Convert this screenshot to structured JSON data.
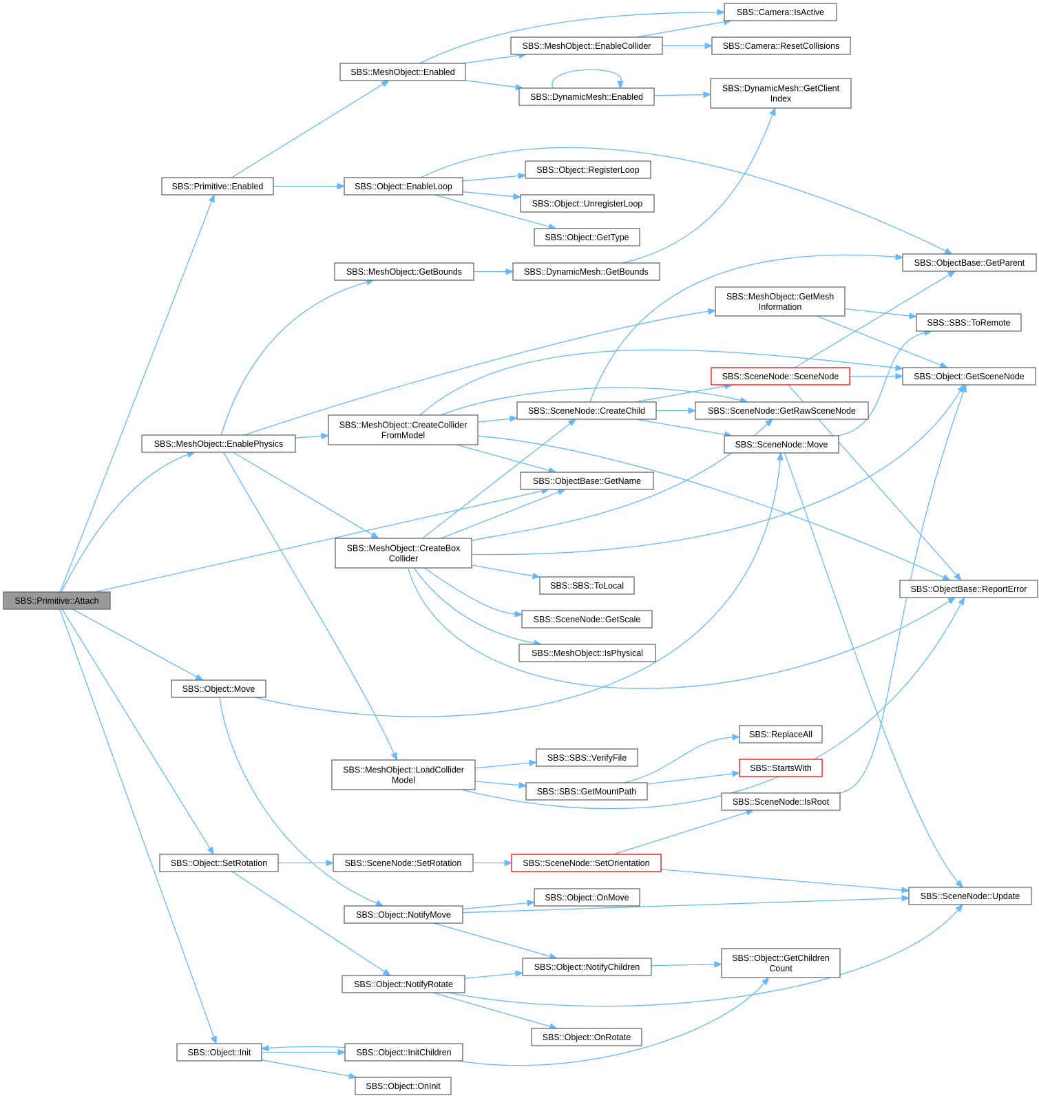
{
  "diagram": {
    "nodes": [
      {
        "id": "attach",
        "lines": [
          "SBS::Primitive::Attach"
        ],
        "style": "root"
      },
      {
        "id": "prim_enabled",
        "lines": [
          "SBS::Primitive::Enabled"
        ]
      },
      {
        "id": "mesh_enabled",
        "lines": [
          "SBS::MeshObject::Enabled"
        ]
      },
      {
        "id": "cam_isactive",
        "lines": [
          "SBS::Camera::IsActive"
        ]
      },
      {
        "id": "mesh_enablecollider",
        "lines": [
          "SBS::MeshObject::EnableCollider"
        ]
      },
      {
        "id": "cam_resetcollisions",
        "lines": [
          "SBS::Camera::ResetCollisions"
        ]
      },
      {
        "id": "dyn_enabled",
        "lines": [
          "SBS::DynamicMesh::Enabled"
        ]
      },
      {
        "id": "dyn_getclientindex",
        "lines": [
          "SBS::DynamicMesh::GetClient",
          "Index"
        ]
      },
      {
        "id": "obj_enableloop",
        "lines": [
          "SBS::Object::EnableLoop"
        ]
      },
      {
        "id": "obj_registerloop",
        "lines": [
          "SBS::Object::RegisterLoop"
        ]
      },
      {
        "id": "obj_unregisterloop",
        "lines": [
          "SBS::Object::UnregisterLoop"
        ]
      },
      {
        "id": "obj_gettype",
        "lines": [
          "SBS::Object::GetType"
        ]
      },
      {
        "id": "mesh_getbounds",
        "lines": [
          "SBS::MeshObject::GetBounds"
        ]
      },
      {
        "id": "dyn_getbounds",
        "lines": [
          "SBS::DynamicMesh::GetBounds"
        ]
      },
      {
        "id": "ob_getparent",
        "lines": [
          "SBS::ObjectBase::GetParent"
        ]
      },
      {
        "id": "mesh_getmeshinfo",
        "lines": [
          "SBS::MeshObject::GetMesh",
          "Information"
        ]
      },
      {
        "id": "sbs_toremote",
        "lines": [
          "SBS::SBS::ToRemote"
        ]
      },
      {
        "id": "sn_scenenode",
        "lines": [
          "SBS::SceneNode::SceneNode"
        ],
        "style": "error"
      },
      {
        "id": "obj_getscenenode",
        "lines": [
          "SBS::Object::GetSceneNode"
        ]
      },
      {
        "id": "mesh_enablephysics",
        "lines": [
          "SBS::MeshObject::EnablePhysics"
        ]
      },
      {
        "id": "mesh_createcolliderfrommodel",
        "lines": [
          "SBS::MeshObject::CreateCollider",
          "FromModel"
        ]
      },
      {
        "id": "sn_createchild",
        "lines": [
          "SBS::SceneNode::CreateChild"
        ]
      },
      {
        "id": "sn_getrawscenenode",
        "lines": [
          "SBS::SceneNode::GetRawSceneNode"
        ]
      },
      {
        "id": "sn_move",
        "lines": [
          "SBS::SceneNode::Move"
        ]
      },
      {
        "id": "ob_getname",
        "lines": [
          "SBS::ObjectBase::GetName"
        ]
      },
      {
        "id": "mesh_createboxcollider",
        "lines": [
          "SBS::MeshObject::CreateBox",
          "Collider"
        ]
      },
      {
        "id": "sbs_tolocal",
        "lines": [
          "SBS::SBS::ToLocal"
        ]
      },
      {
        "id": "sn_getscale",
        "lines": [
          "SBS::SceneNode::GetScale"
        ]
      },
      {
        "id": "mesh_isphysical",
        "lines": [
          "SBS::MeshObject::IsPhysical"
        ]
      },
      {
        "id": "ob_reporterror",
        "lines": [
          "SBS::ObjectBase::ReportError"
        ]
      },
      {
        "id": "obj_move",
        "lines": [
          "SBS::Object::Move"
        ]
      },
      {
        "id": "mesh_loadcollidermodel",
        "lines": [
          "SBS::MeshObject::LoadCollider",
          "Model"
        ]
      },
      {
        "id": "sbs_verifyfile",
        "lines": [
          "SBS::SBS::VerifyFile"
        ]
      },
      {
        "id": "sbs_getmountpath",
        "lines": [
          "SBS::SBS::GetMountPath"
        ]
      },
      {
        "id": "sbs_replaceall",
        "lines": [
          "SBS::ReplaceAll"
        ]
      },
      {
        "id": "sbs_startswith",
        "lines": [
          "SBS::StartsWith"
        ],
        "style": "error"
      },
      {
        "id": "sn_isroot",
        "lines": [
          "SBS::SceneNode::IsRoot"
        ]
      },
      {
        "id": "obj_setrotation",
        "lines": [
          "SBS::Object::SetRotation"
        ]
      },
      {
        "id": "sn_setrotation",
        "lines": [
          "SBS::SceneNode::SetRotation"
        ]
      },
      {
        "id": "sn_setorientation",
        "lines": [
          "SBS::SceneNode::SetOrientation"
        ],
        "style": "error"
      },
      {
        "id": "sn_update",
        "lines": [
          "SBS::SceneNode::Update"
        ]
      },
      {
        "id": "obj_notifymove",
        "lines": [
          "SBS::Object::NotifyMove"
        ]
      },
      {
        "id": "obj_onmove",
        "lines": [
          "SBS::Object::OnMove"
        ]
      },
      {
        "id": "obj_notifychildren",
        "lines": [
          "SBS::Object::NotifyChildren"
        ]
      },
      {
        "id": "obj_getchildrencount",
        "lines": [
          "SBS::Object::GetChildren",
          "Count"
        ]
      },
      {
        "id": "obj_notifyrotate",
        "lines": [
          "SBS::Object::NotifyRotate"
        ]
      },
      {
        "id": "obj_onrotate",
        "lines": [
          "SBS::Object::OnRotate"
        ]
      },
      {
        "id": "obj_init",
        "lines": [
          "SBS::Object::Init"
        ]
      },
      {
        "id": "obj_initchildren",
        "lines": [
          "SBS::Object::InitChildren"
        ]
      },
      {
        "id": "obj_oninit",
        "lines": [
          "SBS::Object::OnInit"
        ]
      }
    ],
    "edges": [
      [
        "attach",
        "prim_enabled"
      ],
      [
        "attach",
        "mesh_enablephysics"
      ],
      [
        "attach",
        "ob_getname"
      ],
      [
        "attach",
        "obj_move"
      ],
      [
        "attach",
        "obj_setrotation"
      ],
      [
        "attach",
        "obj_init"
      ],
      [
        "prim_enabled",
        "mesh_enabled"
      ],
      [
        "prim_enabled",
        "obj_enableloop"
      ],
      [
        "mesh_enabled",
        "cam_isactive"
      ],
      [
        "mesh_enabled",
        "mesh_enablecollider"
      ],
      [
        "mesh_enabled",
        "dyn_enabled"
      ],
      [
        "mesh_enablecollider",
        "cam_isactive"
      ],
      [
        "mesh_enablecollider",
        "cam_resetcollisions"
      ],
      [
        "dyn_enabled",
        "dyn_enabled"
      ],
      [
        "dyn_enabled",
        "dyn_getclientindex"
      ],
      [
        "obj_enableloop",
        "ob_getparent"
      ],
      [
        "obj_enableloop",
        "obj_registerloop"
      ],
      [
        "obj_enableloop",
        "obj_unregisterloop"
      ],
      [
        "obj_enableloop",
        "obj_gettype"
      ],
      [
        "mesh_getbounds",
        "dyn_getbounds"
      ],
      [
        "dyn_getbounds",
        "dyn_getclientindex"
      ],
      [
        "mesh_getmeshinfo",
        "sbs_toremote"
      ],
      [
        "mesh_getmeshinfo",
        "obj_getscenenode"
      ],
      [
        "sn_scenenode",
        "ob_getparent"
      ],
      [
        "sn_scenenode",
        "obj_getscenenode"
      ],
      [
        "sn_scenenode",
        "ob_reporterror"
      ],
      [
        "mesh_enablephysics",
        "mesh_getbounds"
      ],
      [
        "mesh_enablephysics",
        "mesh_getmeshinfo"
      ],
      [
        "mesh_enablephysics",
        "mesh_createcolliderfrommodel"
      ],
      [
        "mesh_enablephysics",
        "mesh_createboxcollider"
      ],
      [
        "mesh_enablephysics",
        "mesh_loadcollidermodel"
      ],
      [
        "mesh_createcolliderfrommodel",
        "obj_getscenenode"
      ],
      [
        "mesh_createcolliderfrommodel",
        "sn_getrawscenenode"
      ],
      [
        "mesh_createcolliderfrommodel",
        "sn_createchild"
      ],
      [
        "mesh_createcolliderfrommodel",
        "ob_getname"
      ],
      [
        "mesh_createcolliderfrommodel",
        "ob_reporterror"
      ],
      [
        "sn_createchild",
        "ob_getparent"
      ],
      [
        "sn_createchild",
        "sn_scenenode"
      ],
      [
        "sn_createchild",
        "sn_getrawscenenode"
      ],
      [
        "sn_createchild",
        "sn_move"
      ],
      [
        "sn_move",
        "sbs_toremote"
      ],
      [
        "sn_move",
        "sn_update"
      ],
      [
        "mesh_createboxcollider",
        "sn_createchild"
      ],
      [
        "mesh_createboxcollider",
        "ob_getname"
      ],
      [
        "mesh_createboxcollider",
        "sn_getrawscenenode"
      ],
      [
        "mesh_createboxcollider",
        "obj_getscenenode"
      ],
      [
        "mesh_createboxcollider",
        "sbs_tolocal"
      ],
      [
        "mesh_createboxcollider",
        "sn_getscale"
      ],
      [
        "mesh_createboxcollider",
        "mesh_isphysical"
      ],
      [
        "mesh_createboxcollider",
        "ob_reporterror"
      ],
      [
        "obj_move",
        "sn_move"
      ],
      [
        "obj_move",
        "obj_notifymove"
      ],
      [
        "mesh_loadcollidermodel",
        "sbs_verifyfile"
      ],
      [
        "mesh_loadcollidermodel",
        "sbs_getmountpath"
      ],
      [
        "mesh_loadcollidermodel",
        "ob_reporterror"
      ],
      [
        "sbs_getmountpath",
        "sbs_replaceall"
      ],
      [
        "sbs_getmountpath",
        "sbs_startswith"
      ],
      [
        "sn_isroot",
        "obj_getscenenode"
      ],
      [
        "obj_setrotation",
        "sn_setrotation"
      ],
      [
        "obj_setrotation",
        "obj_notifyrotate"
      ],
      [
        "sn_setrotation",
        "sn_setorientation"
      ],
      [
        "sn_setorientation",
        "sn_isroot"
      ],
      [
        "sn_setorientation",
        "sn_update"
      ],
      [
        "obj_notifymove",
        "obj_onmove"
      ],
      [
        "obj_notifymove",
        "sn_update"
      ],
      [
        "obj_notifymove",
        "obj_notifychildren"
      ],
      [
        "obj_notifychildren",
        "obj_getchildrencount"
      ],
      [
        "obj_notifyrotate",
        "obj_notifychildren"
      ],
      [
        "obj_notifyrotate",
        "sn_update"
      ],
      [
        "obj_notifyrotate",
        "obj_onrotate"
      ],
      [
        "obj_init",
        "obj_initchildren"
      ],
      [
        "obj_initchildren",
        "obj_init"
      ],
      [
        "obj_initchildren",
        "obj_getchildrencount"
      ],
      [
        "obj_init",
        "obj_oninit"
      ]
    ]
  }
}
